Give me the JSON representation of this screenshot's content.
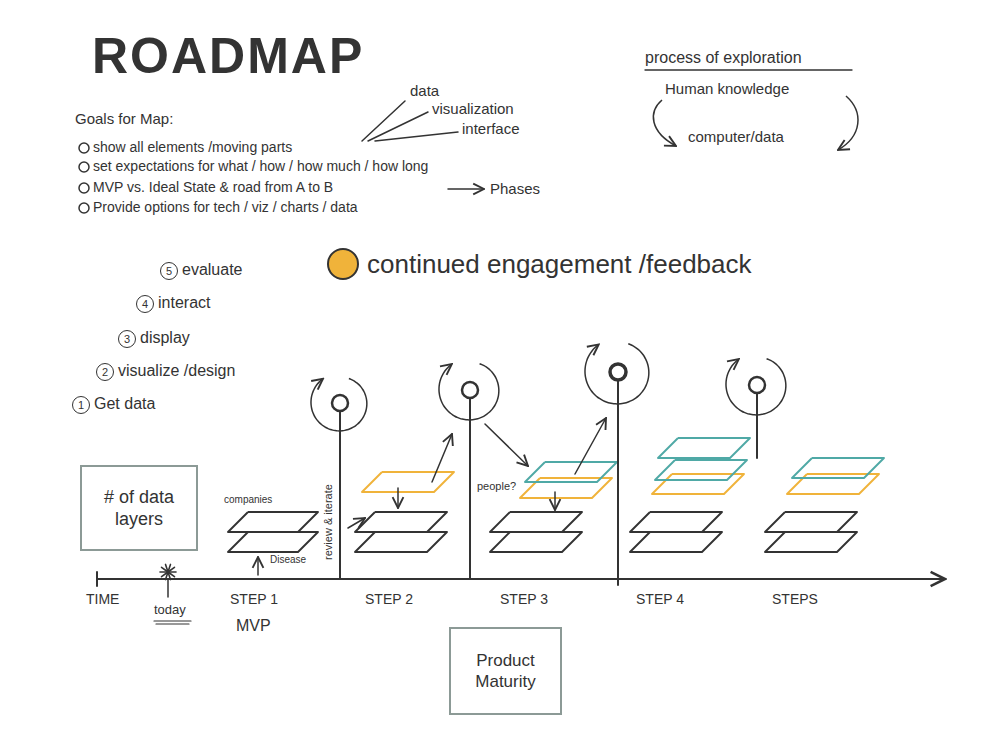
{
  "diagram": {
    "title": "ROADMAP",
    "nodes": [
      {
        "text": [
          "# of data layers"
        ]
      },
      {
        "text": [
          "Product Maturity"
        ]
      }
    ],
    "labels": [
      "Goals for Map:",
      "show all elements /moving parts",
      "set expectations for what / how / how much / how long",
      "MVP vs. Ideal State & road from A to B",
      "Phases",
      "Provide options for tech / viz / charts / data",
      "data",
      "visualization",
      "interface",
      "process of exploration",
      "Human knowledge",
      "computer/data",
      "5",
      "evaluate",
      "4",
      "interact",
      "3",
      "display",
      "2",
      "visualize /design",
      "1",
      "Get data",
      "companies",
      "Disease",
      "review & iterate",
      "people?",
      "TIME",
      "today",
      "STEP 1",
      "MVP",
      "STEP 2",
      "STEP 3",
      "STEP 4",
      "STEPS"
    ],
    "legend": [
      {
        "text": "continued engagement /feedback",
        "color": "#f0b33a"
      }
    ]
  }
}
